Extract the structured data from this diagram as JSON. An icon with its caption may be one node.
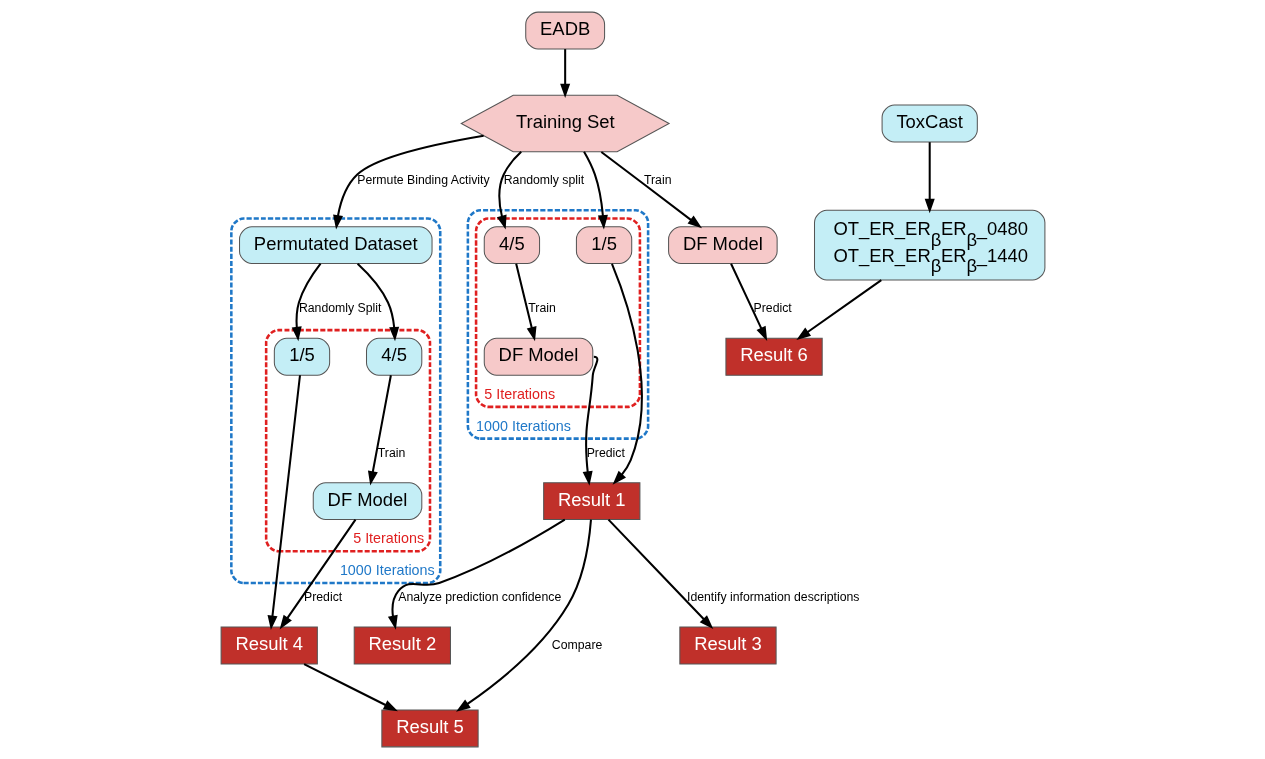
{
  "diagram": {
    "nodes": [
      {
        "text": [
          "Result 6"
        ]
      },
      {
        "text": [
          "DF Model"
        ]
      },
      {
        "text": [
          "OT_ER_ER$_{β}$ER$_{β}$_0480",
          "OT_ER_ER$_{β}$ER$_{β}$_1440"
        ]
      },
      {
        "text": [
          "ToxCast"
        ]
      },
      {
        "text": [
          "EADB"
        ]
      },
      {
        "text": [
          "Training Set"
        ]
      },
      {
        "text": [
          "1000 Iterations"
        ]
      },
      {
        "text": [
          "5 Iterations"
        ],
        "in": 6
      },
      {
        "text": [
          "4/5"
        ],
        "in": 7
      },
      {
        "text": [
          "1/5"
        ],
        "in": 7
      },
      {
        "text": [
          "DF Model"
        ],
        "in": 7
      },
      {
        "text": [
          "1000 Iterations"
        ]
      },
      {
        "text": [
          "Permutated Dataset"
        ],
        "in": 11
      },
      {
        "text": [
          "5 Iterations"
        ],
        "in": 11
      },
      {
        "text": [
          "1/5"
        ],
        "in": 13
      },
      {
        "text": [
          "4/5"
        ],
        "in": 13
      },
      {
        "text": [
          "DF Model"
        ],
        "in": 13
      },
      {
        "text": [
          "Result 3"
        ]
      },
      {
        "text": [
          "Result 1"
        ]
      },
      {
        "text": [
          "Result 4"
        ]
      },
      {
        "text": [
          "Result 2"
        ]
      },
      {
        "text": [
          "Result 5"
        ]
      }
    ],
    "edges": [
      {
        "from": 1,
        "to": 0,
        "arrow": "to",
        "label": "Predict"
      },
      {
        "from": 2,
        "to": 0,
        "arrow": "to"
      },
      {
        "from": 3,
        "to": 2,
        "arrow": "to"
      },
      {
        "from": 4,
        "to": 5,
        "arrow": "to"
      },
      {
        "from": 5,
        "to": 1,
        "arrow": "to",
        "label": "Train"
      },
      {
        "from": 5,
        "to": 12,
        "arrow": "to",
        "label": "Permute Binding Activity"
      },
      {
        "from": 5,
        "to": 8,
        "arrow": "to",
        "label": "Randomly split"
      },
      {
        "from": 5,
        "to": 9,
        "arrow": "to"
      },
      {
        "from": 8,
        "to": 10,
        "arrow": "to",
        "label": "Train"
      },
      {
        "from": 10,
        "to": 18,
        "arrow": "to",
        "label": "Predict"
      },
      {
        "from": 9,
        "to": 18,
        "arrow": "to"
      },
      {
        "from": 12,
        "to": 14,
        "arrow": "to",
        "label": "Randomly Split"
      },
      {
        "from": 12,
        "to": 15,
        "arrow": "to"
      },
      {
        "from": 15,
        "to": 16,
        "arrow": "to",
        "label": "Train"
      },
      {
        "from": 16,
        "to": 19,
        "arrow": "to",
        "label": "Predict"
      },
      {
        "from": 14,
        "to": 19,
        "arrow": "to"
      },
      {
        "from": 18,
        "to": 17,
        "arrow": "to",
        "label": "Identify information descriptions"
      },
      {
        "from": 18,
        "to": 20,
        "arrow": "to",
        "label": "Analyze prediction confidence"
      },
      {
        "from": 18,
        "to": 21,
        "arrow": "to",
        "label": "Compare"
      },
      {
        "from": 19,
        "to": 21,
        "arrow": "to"
      }
    ]
  }
}
